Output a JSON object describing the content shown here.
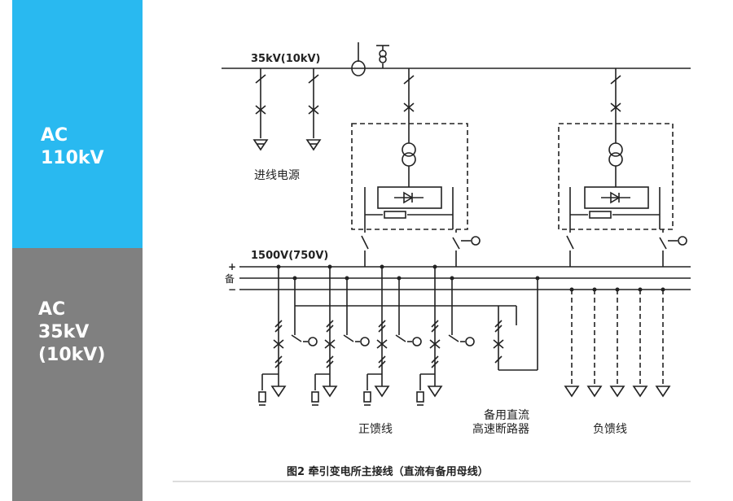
{
  "sidebar": {
    "ac110": {
      "line1": "AC",
      "line2": "110kV",
      "color": "#29b9f0"
    },
    "ac35": {
      "line1": "AC",
      "line2": "35kV",
      "line3": "(10kV)",
      "color": "#808080"
    }
  },
  "diagram": {
    "ac_bus_label": "35kV(10kV)",
    "dc_bus_label": "1500V(750V)",
    "plus_sign": "+",
    "bus_bei": "备",
    "minus_sign": "−",
    "incoming_label": "进线电源",
    "positive_feeder_label": "正馈线",
    "backup_breaker_label_1": "备用直流",
    "backup_breaker_label_2": "高速断路器",
    "negative_feeder_label": "负馈线",
    "caption": "图2   牵引变电所主接线（直流有备用母线）"
  }
}
